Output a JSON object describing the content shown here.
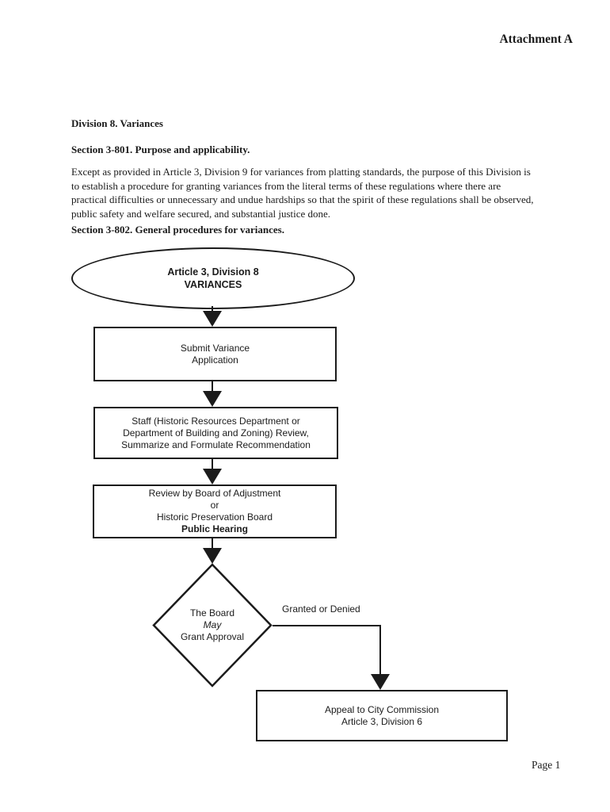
{
  "page": {
    "attachment_label": "Attachment A",
    "page_number": "Page 1",
    "ink_color": "#1b1b1b",
    "background_color": "#ffffff"
  },
  "document": {
    "division_heading": "Division 8. Variances",
    "section_801_heading": "Section 3-801. Purpose and applicability.",
    "purpose_paragraph": "Except as provided in Article 3, Division 9 for variances from platting standards, the purpose of this Division is to establish a procedure for granting variances from the literal terms of these regulations where there are practical difficulties or unnecessary and undue hardships so that the spirit of these regulations shall be observed, public safety and welfare secured, and substantial justice done.",
    "section_802_heading": "Section 3-802. General procedures for variances."
  },
  "flowchart": {
    "start_ellipse": {
      "lines": [
        "Article 3, Division 8",
        "VARIANCES"
      ]
    },
    "submit_box": {
      "lines": [
        "Submit Variance",
        "Application"
      ]
    },
    "staff_box": {
      "lines": [
        "Staff (Historic Resources Department or",
        "Department of Building and Zoning) Review,",
        "Summarize and Formulate Recommendation"
      ]
    },
    "review_box": {
      "lines": [
        "Review by Board of Adjustment",
        "or",
        "Historic Preservation Board",
        "Public Hearing"
      ]
    },
    "decision_diamond": {
      "lines": [
        "The Board",
        "May",
        "Grant Approval"
      ]
    },
    "decision_edge_label": "Granted or Denied",
    "appeal_box": {
      "lines": [
        "Appeal to City Commission",
        "Article 3, Division 6"
      ]
    }
  }
}
